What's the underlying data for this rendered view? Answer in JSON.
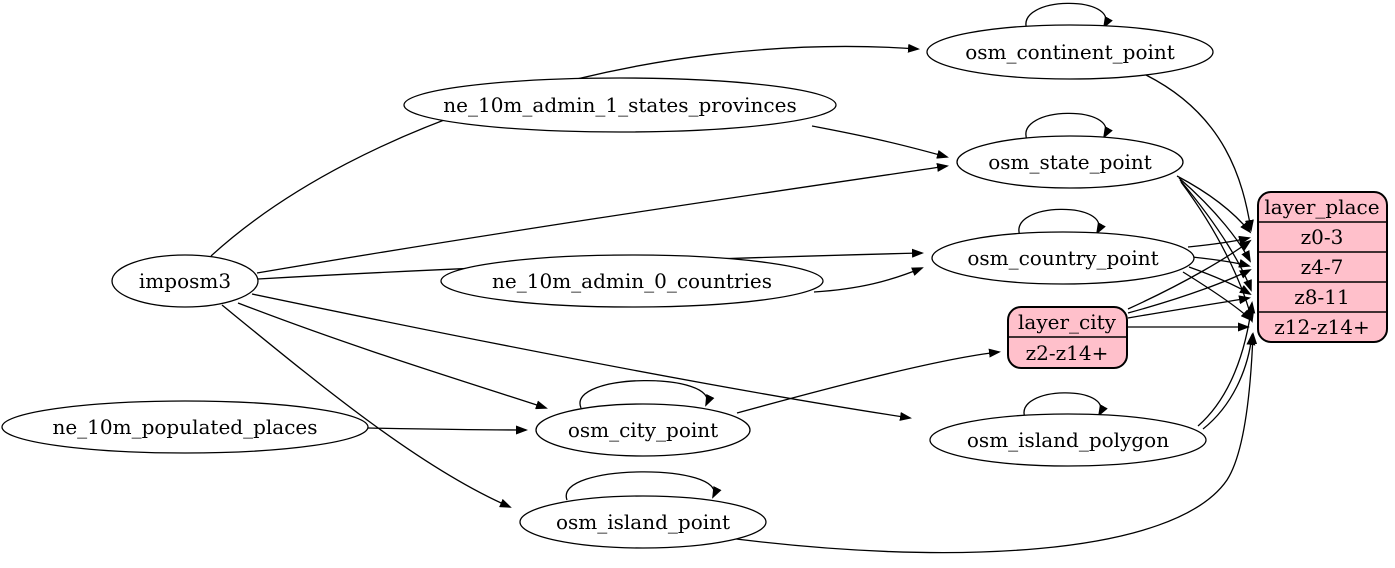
{
  "diagram": {
    "type": "etl-graph",
    "colors": {
      "background": "#ffffff",
      "node_fill": "#ffffff",
      "record_fill": "#ffc0cb",
      "stroke": "#000000"
    },
    "nodes": {
      "imposm3": {
        "label": "imposm3",
        "shape": "ellipse"
      },
      "ne_10m_admin_1_states_provinces": {
        "label": "ne_10m_admin_1_states_provinces",
        "shape": "ellipse"
      },
      "ne_10m_admin_0_countries": {
        "label": "ne_10m_admin_0_countries",
        "shape": "ellipse"
      },
      "ne_10m_populated_places": {
        "label": "ne_10m_populated_places",
        "shape": "ellipse"
      },
      "osm_continent_point": {
        "label": "osm_continent_point",
        "shape": "ellipse"
      },
      "osm_state_point": {
        "label": "osm_state_point",
        "shape": "ellipse"
      },
      "osm_country_point": {
        "label": "osm_country_point",
        "shape": "ellipse"
      },
      "osm_city_point": {
        "label": "osm_city_point",
        "shape": "ellipse"
      },
      "osm_island_polygon": {
        "label": "osm_island_polygon",
        "shape": "ellipse"
      },
      "osm_island_point": {
        "label": "osm_island_point",
        "shape": "ellipse"
      }
    },
    "records": {
      "layer_city": {
        "title": "layer_city",
        "rows": {
          "r0": "z2-z14+"
        }
      },
      "layer_place": {
        "title": "layer_place",
        "rows": {
          "r0": "z0-3",
          "r1": "z4-7",
          "r2": "z8-11",
          "r3": "z12-z14+"
        }
      }
    },
    "edges": [
      {
        "from": "imposm3",
        "to": "osm_continent_point"
      },
      {
        "from": "imposm3",
        "to": "osm_state_point"
      },
      {
        "from": "imposm3",
        "to": "osm_country_point"
      },
      {
        "from": "imposm3",
        "to": "osm_city_point"
      },
      {
        "from": "imposm3",
        "to": "osm_island_polygon"
      },
      {
        "from": "imposm3",
        "to": "osm_island_point"
      },
      {
        "from": "ne_10m_admin_1_states_provinces",
        "to": "osm_state_point"
      },
      {
        "from": "ne_10m_admin_0_countries",
        "to": "osm_country_point"
      },
      {
        "from": "ne_10m_populated_places",
        "to": "osm_city_point"
      },
      {
        "from": "osm_continent_point",
        "to": "osm_continent_point"
      },
      {
        "from": "osm_state_point",
        "to": "osm_state_point"
      },
      {
        "from": "osm_country_point",
        "to": "osm_country_point"
      },
      {
        "from": "osm_city_point",
        "to": "osm_city_point"
      },
      {
        "from": "osm_island_polygon",
        "to": "osm_island_polygon"
      },
      {
        "from": "osm_island_point",
        "to": "osm_island_point"
      },
      {
        "from": "osm_continent_point",
        "to": "layer_place:z0-3"
      },
      {
        "from": "osm_state_point",
        "to": "layer_place:z0-3"
      },
      {
        "from": "osm_state_point",
        "to": "layer_place:z4-7"
      },
      {
        "from": "osm_state_point",
        "to": "layer_place:z8-11"
      },
      {
        "from": "osm_state_point",
        "to": "layer_place:z12-z14+"
      },
      {
        "from": "osm_country_point",
        "to": "layer_place:z0-3"
      },
      {
        "from": "osm_country_point",
        "to": "layer_place:z4-7"
      },
      {
        "from": "osm_country_point",
        "to": "layer_place:z8-11"
      },
      {
        "from": "osm_country_point",
        "to": "layer_place:z12-z14+"
      },
      {
        "from": "osm_city_point",
        "to": "layer_city:z2-z14+"
      },
      {
        "from": "layer_city",
        "to": "layer_place:z0-3"
      },
      {
        "from": "layer_city",
        "to": "layer_place:z4-7"
      },
      {
        "from": "layer_city",
        "to": "layer_place:z8-11"
      },
      {
        "from": "layer_city",
        "to": "layer_place:z12-z14+"
      },
      {
        "from": "osm_island_polygon",
        "to": "layer_place:z8-11"
      },
      {
        "from": "osm_island_polygon",
        "to": "layer_place:z12-z14+"
      },
      {
        "from": "osm_island_point",
        "to": "layer_place:z12-z14+"
      }
    ]
  }
}
